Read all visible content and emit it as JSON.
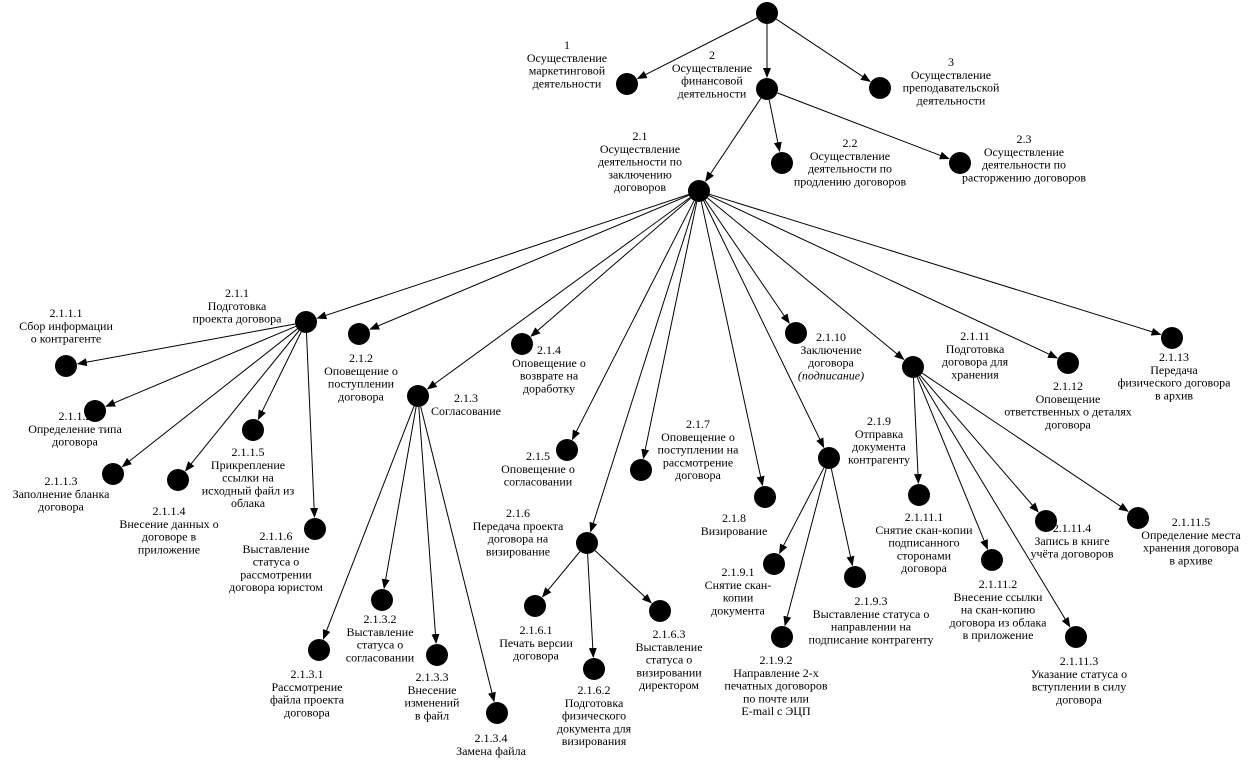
{
  "nodes": [
    {
      "id": "root",
      "lines": []
    },
    {
      "id": "1",
      "lines": [
        "1",
        "Осуществление",
        "маркетинговой",
        "деятельности"
      ]
    },
    {
      "id": "2",
      "lines": [
        "2",
        "Осуществление",
        "финансовой",
        "деятельности"
      ]
    },
    {
      "id": "3",
      "lines": [
        "3",
        "Осуществление",
        "преподавательской",
        "деятельности"
      ]
    },
    {
      "id": "2.1",
      "lines": [
        "2.1",
        "Осуществление",
        "деятельности по",
        "заключению",
        "договоров"
      ]
    },
    {
      "id": "2.2",
      "lines": [
        "2.2",
        "Осуществление",
        "деятельности по",
        "продлению договоров"
      ]
    },
    {
      "id": "2.3",
      "lines": [
        "2.3",
        "Осуществление",
        "деятельности по",
        "расторжению договоров"
      ]
    },
    {
      "id": "2.1.1",
      "lines": [
        "2.1.1",
        "Подготовка",
        "проекта договора"
      ]
    },
    {
      "id": "2.1.2",
      "lines": [
        "2.1.2",
        "Оповещение о",
        "поступлении",
        "договора"
      ]
    },
    {
      "id": "2.1.3",
      "lines": [
        "2.1.3",
        "Согласование"
      ]
    },
    {
      "id": "2.1.4",
      "lines": [
        "2.1.4",
        "Оповещение о",
        "возврате на",
        "доработку"
      ]
    },
    {
      "id": "2.1.5",
      "lines": [
        "2.1.5",
        "Оповещение о",
        "согласовании"
      ]
    },
    {
      "id": "2.1.6",
      "lines": [
        "2.1.6",
        "Передача проекта",
        "договора на",
        "визирование"
      ]
    },
    {
      "id": "2.1.7",
      "lines": [
        "2.1.7",
        "Оповещение о",
        "поступлении на",
        "рассмотрение",
        "договора"
      ]
    },
    {
      "id": "2.1.8",
      "lines": [
        "2.1.8",
        "Визирование"
      ]
    },
    {
      "id": "2.1.9",
      "lines": [
        "2.1.9",
        "Отправка",
        "документа",
        "контрагенту"
      ]
    },
    {
      "id": "2.1.10",
      "lines": [
        "2.1.10",
        "Заключение",
        "договора",
        "(подписание)"
      ]
    },
    {
      "id": "2.1.11",
      "lines": [
        "2.1.11",
        "Подготовка",
        "договора для",
        "хранения"
      ]
    },
    {
      "id": "2.1.12",
      "lines": [
        "2.1.12",
        "Оповещение",
        "ответственных о деталях",
        "договора"
      ]
    },
    {
      "id": "2.1.13",
      "lines": [
        "2.1.13",
        "Передача",
        "физического договора",
        "в архив"
      ]
    },
    {
      "id": "2.1.1.1",
      "lines": [
        "2.1.1.1",
        "Сбор информации",
        "о контрагенте"
      ]
    },
    {
      "id": "2.1.1.2",
      "lines": [
        "2.1.1.2",
        "Определение типа",
        "договора"
      ]
    },
    {
      "id": "2.1.1.3",
      "lines": [
        "2.1.1.3",
        "Заполнение бланка",
        "договора"
      ]
    },
    {
      "id": "2.1.1.4",
      "lines": [
        "2.1.1.4",
        "Внесение данных о",
        "договоре в",
        "приложение"
      ]
    },
    {
      "id": "2.1.1.5",
      "lines": [
        "2.1.1.5",
        "Прикрепление",
        "ссылки на",
        "исходный файл из",
        "облака"
      ]
    },
    {
      "id": "2.1.1.6",
      "lines": [
        "2.1.1.6",
        "Выставление",
        "статуса о",
        "рассмотрении",
        "договора юристом"
      ]
    },
    {
      "id": "2.1.3.1",
      "lines": [
        "2.1.3.1",
        "Рассмотрение",
        "файла проекта",
        "договора"
      ]
    },
    {
      "id": "2.1.3.2",
      "lines": [
        "2.1.3.2",
        "Выставление",
        "статуса о",
        "согласовании"
      ]
    },
    {
      "id": "2.1.3.3",
      "lines": [
        "2.1.3.3",
        "Внесение",
        "изменений",
        "в файл"
      ]
    },
    {
      "id": "2.1.3.4",
      "lines": [
        "2.1.3.4",
        "Замена файла"
      ]
    },
    {
      "id": "2.1.6.1",
      "lines": [
        "2.1.6.1",
        "Печать версии",
        "договора"
      ]
    },
    {
      "id": "2.1.6.2",
      "lines": [
        "2.1.6.2",
        "Подготовка",
        "физического",
        "документа для",
        "визирования"
      ]
    },
    {
      "id": "2.1.6.3",
      "lines": [
        "2.1.6.3",
        "Выставление",
        "статуса о",
        "визировании",
        "директором"
      ]
    },
    {
      "id": "2.1.9.1",
      "lines": [
        "2.1.9.1",
        "Снятие скан-",
        "копии",
        "документа"
      ]
    },
    {
      "id": "2.1.9.2",
      "lines": [
        "2.1.9.2",
        "Направление 2-х",
        "печатных договоров",
        "по почте или",
        "E-mail с ЭЦП"
      ]
    },
    {
      "id": "2.1.9.3",
      "lines": [
        "2.1.9.3",
        "Выставление статуса о",
        "направлении на",
        "подписание контрагенту"
      ]
    },
    {
      "id": "2.1.11.1",
      "lines": [
        "2.1.11.1",
        "Снятие скан-копии",
        "подписанного",
        "сторонами",
        "договора"
      ]
    },
    {
      "id": "2.1.11.2",
      "lines": [
        "2.1.11.2",
        "Внесение ссылки",
        "на скан-копию",
        "договора из облака",
        "в приложение"
      ]
    },
    {
      "id": "2.1.11.3",
      "lines": [
        "2.1.11.3",
        "Указание статуса о",
        "вступлении в силу",
        "договора"
      ]
    },
    {
      "id": "2.1.11.4",
      "lines": [
        "2.1.11.4",
        "Запись в книге",
        "учёта договоров"
      ]
    },
    {
      "id": "2.1.11.5",
      "lines": [
        "2.1.11.5",
        "Определение места",
        "хранения договора",
        "в архиве"
      ]
    }
  ],
  "edges": [
    [
      "root",
      "1"
    ],
    [
      "root",
      "2"
    ],
    [
      "root",
      "3"
    ],
    [
      "2",
      "2.1"
    ],
    [
      "2",
      "2.2"
    ],
    [
      "2",
      "2.3"
    ],
    [
      "2.1",
      "2.1.1"
    ],
    [
      "2.1",
      "2.1.2"
    ],
    [
      "2.1",
      "2.1.3"
    ],
    [
      "2.1",
      "2.1.4"
    ],
    [
      "2.1",
      "2.1.5"
    ],
    [
      "2.1",
      "2.1.6"
    ],
    [
      "2.1",
      "2.1.7"
    ],
    [
      "2.1",
      "2.1.8"
    ],
    [
      "2.1",
      "2.1.9"
    ],
    [
      "2.1",
      "2.1.10"
    ],
    [
      "2.1",
      "2.1.11"
    ],
    [
      "2.1",
      "2.1.12"
    ],
    [
      "2.1",
      "2.1.13"
    ],
    [
      "2.1.1",
      "2.1.1.1"
    ],
    [
      "2.1.1",
      "2.1.1.2"
    ],
    [
      "2.1.1",
      "2.1.1.3"
    ],
    [
      "2.1.1",
      "2.1.1.4"
    ],
    [
      "2.1.1",
      "2.1.1.5"
    ],
    [
      "2.1.1",
      "2.1.1.6"
    ],
    [
      "2.1.3",
      "2.1.3.1"
    ],
    [
      "2.1.3",
      "2.1.3.2"
    ],
    [
      "2.1.3",
      "2.1.3.3"
    ],
    [
      "2.1.3",
      "2.1.3.4"
    ],
    [
      "2.1.6",
      "2.1.6.1"
    ],
    [
      "2.1.6",
      "2.1.6.2"
    ],
    [
      "2.1.6",
      "2.1.6.3"
    ],
    [
      "2.1.9",
      "2.1.9.1"
    ],
    [
      "2.1.9",
      "2.1.9.2"
    ],
    [
      "2.1.9",
      "2.1.9.3"
    ],
    [
      "2.1.11",
      "2.1.11.1"
    ],
    [
      "2.1.11",
      "2.1.11.2"
    ],
    [
      "2.1.11",
      "2.1.11.3"
    ],
    [
      "2.1.11",
      "2.1.11.4"
    ],
    [
      "2.1.11",
      "2.1.11.5"
    ]
  ],
  "italic_lines": [
    "(подписание)"
  ]
}
